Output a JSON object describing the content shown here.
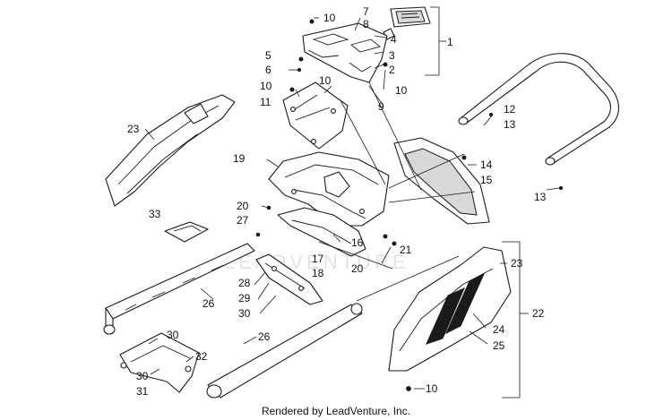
{
  "watermark": "LEADVENTURE",
  "credit": "Rendered by LeadVenture, Inc.",
  "callouts": {
    "c1": "1",
    "c2": "2",
    "c3": "3",
    "c4": "4",
    "c5": "5",
    "c6": "6",
    "c7": "7",
    "c8": "8",
    "c9": "9",
    "c10a": "10",
    "c10b": "10",
    "c10c": "10",
    "c10d": "10",
    "c10e": "10",
    "c11": "11",
    "c12": "12",
    "c13a": "13",
    "c13b": "13",
    "c14": "14",
    "c15": "15",
    "c16": "16",
    "c17": "17",
    "c18": "18",
    "c19": "19",
    "c20a": "20",
    "c20b": "20",
    "c21": "21",
    "c22": "22",
    "c23a": "23",
    "c23b": "23",
    "c24": "24",
    "c25": "25",
    "c26a": "26",
    "c26b": "26",
    "c27": "27",
    "c28": "28",
    "c29": "29",
    "c30a": "30",
    "c30b": "30",
    "c30c": "30",
    "c31": "31",
    "c32": "32",
    "c33": "33"
  }
}
